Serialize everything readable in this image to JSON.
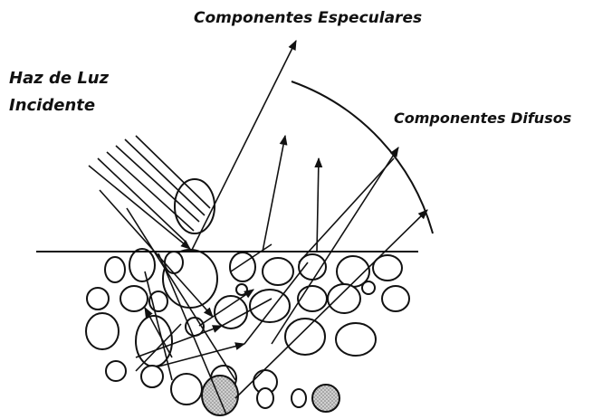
{
  "labels": {
    "specular_title": "Componentes Especulares",
    "incident_line1": "Haz de Luz",
    "incident_line2": "Incidente",
    "diffuse": "Componentes Difusos"
  },
  "colors": {
    "ink": "#111111",
    "particle_fill": "#ffffff",
    "shaded_particle_fill": "#bdbdbd",
    "background": "#ffffff"
  }
}
